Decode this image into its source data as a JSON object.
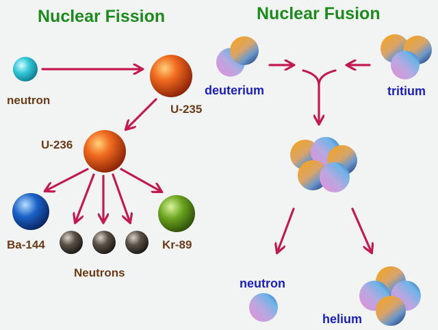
{
  "fission": {
    "title": "Nuclear Fission",
    "labels": {
      "neutron": "neutron",
      "u235": "U-235",
      "u236": "U-236",
      "ba144": "Ba-144",
      "kr89": "Kr-89",
      "neutrons": "Neutrons"
    }
  },
  "fusion": {
    "title": "Nuclear Fusion",
    "labels": {
      "deuterium": "deuterium",
      "tritium": "tritium",
      "neutron": "neutron",
      "helium": "helium"
    }
  },
  "colors": {
    "fission_title": "#1d8a1d",
    "fusion_title": "#1d8a1d",
    "fission_labels": "#6b3a16",
    "fusion_labels": "#1a1ec0",
    "arrows": "#c4194f",
    "neutron_start": "#35c8d8",
    "uranium": "#e0551a",
    "barium": "#1b62c8",
    "krypton": "#6ba420",
    "product_neutrons": "#4a4238"
  }
}
